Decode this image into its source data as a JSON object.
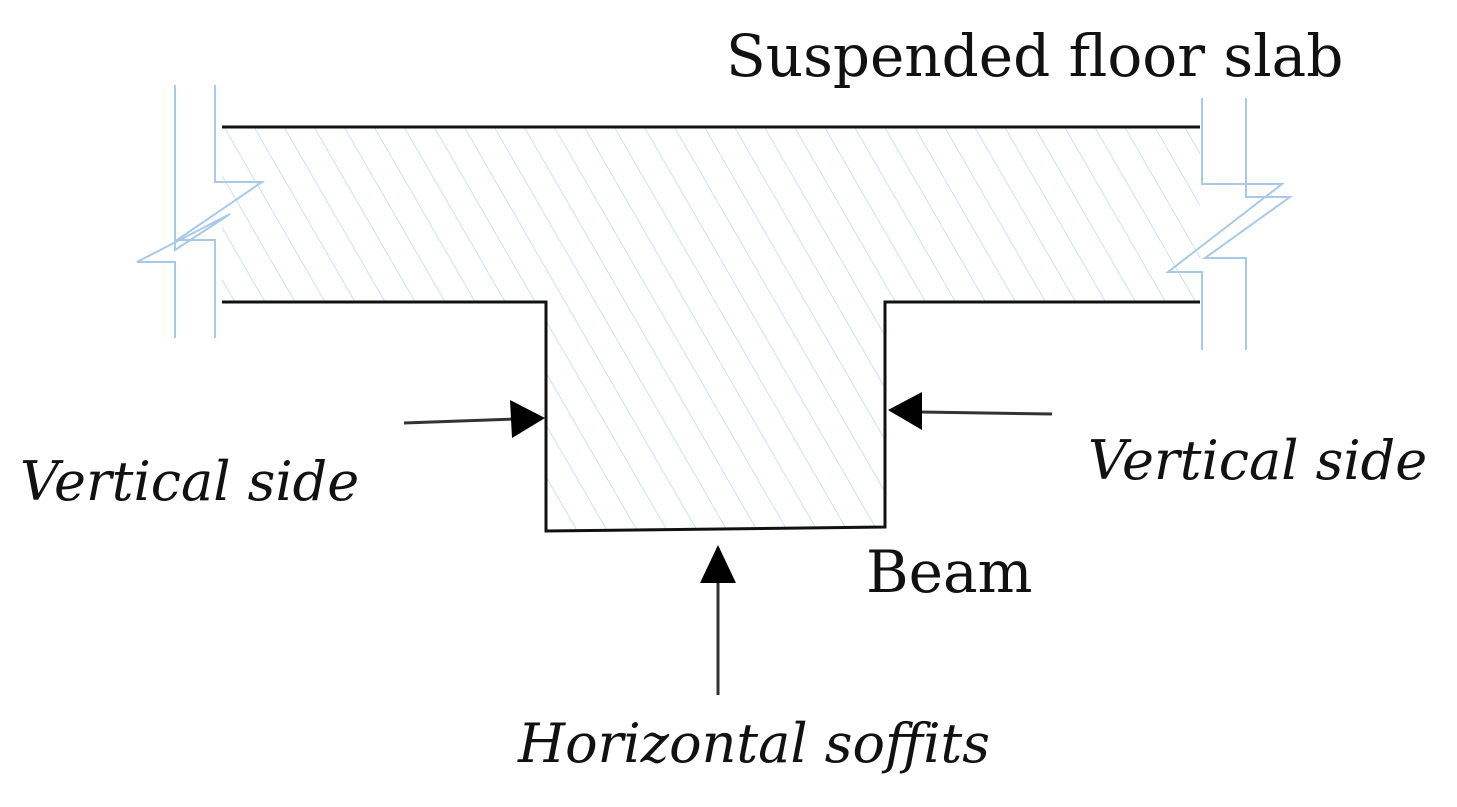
{
  "labels": {
    "slab": "Suspended floor slab",
    "left_side": "Vertical side",
    "right_side": "Vertical side",
    "beam": "Beam",
    "soffit": "Horizontal soffits"
  },
  "colors": {
    "outline": "#111111",
    "hatch": "#cfe0f2",
    "break_line": "#a9c9e8",
    "arrow": "#333333"
  }
}
